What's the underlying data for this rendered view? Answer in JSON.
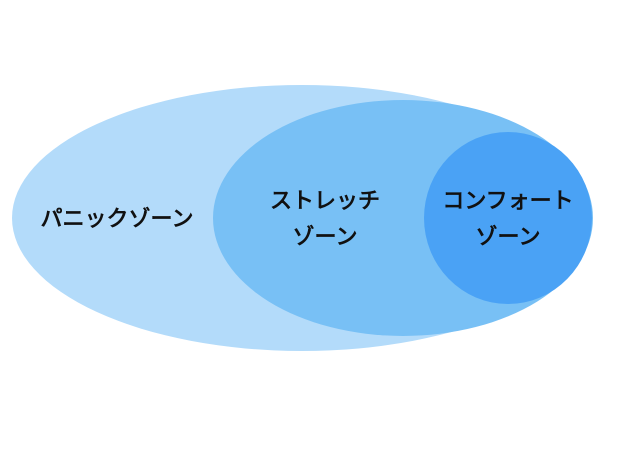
{
  "zones": {
    "panic": {
      "label": "パニックゾーン",
      "color": "#b3dbfa"
    },
    "stretch": {
      "label_line1": "ストレッチ",
      "label_line2": "ゾーン",
      "color": "#78c0f5"
    },
    "comfort": {
      "label_line1": "コンフォート",
      "label_line2": "ゾーン",
      "color": "#4aa2f5"
    }
  }
}
